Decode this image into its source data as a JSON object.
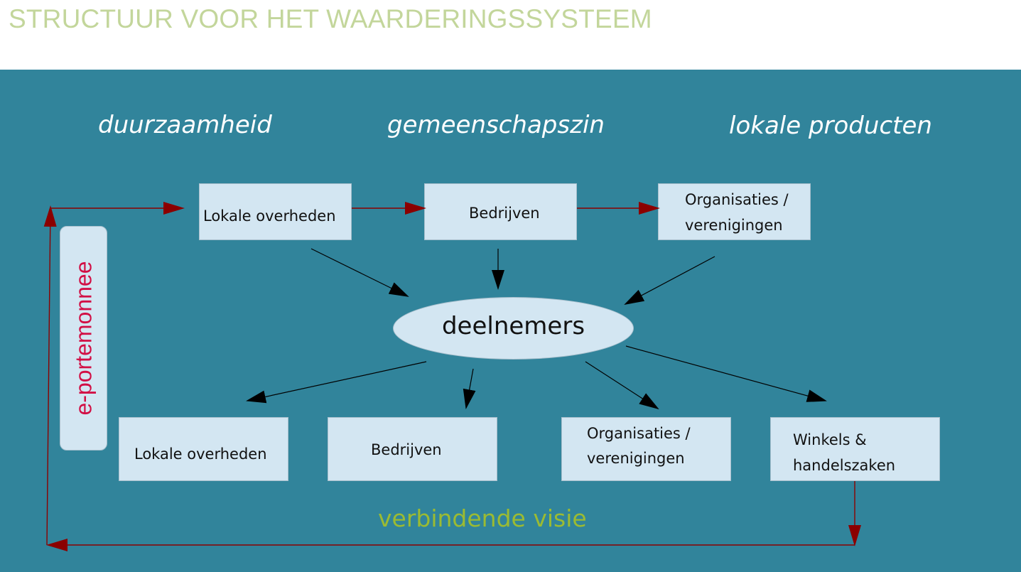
{
  "title": "STRUCTUUR VOOR HET WAARDERINGSSYSTEEM",
  "values": [
    "duurzaamheid",
    "gemeenschapszin",
    "lokale producten"
  ],
  "top_row": {
    "lokale_overheden": "Lokale overheden",
    "bedrijven": "Bedrijven",
    "organisaties_line1": "Organisaties /",
    "organisaties_line2": "verenigingen"
  },
  "center": "deelnemers",
  "bottom_row": {
    "lokale_overheden": "Lokale overheden",
    "bedrijven": "Bedrijven",
    "organisaties_line1": "Organisaties /",
    "organisaties_line2": "verenigingen",
    "winkels_line1": "Winkels &",
    "winkels_line2": "handelszaken"
  },
  "side_label": "e-portemonnee",
  "footer": "verbindende visie",
  "colors": {
    "title": "#c3d69b",
    "panel": "#31849b",
    "box": "#d3e6f2",
    "loop_arrow": "#8b0000",
    "side_label": "#d20f45",
    "footer": "#9bbb32"
  }
}
